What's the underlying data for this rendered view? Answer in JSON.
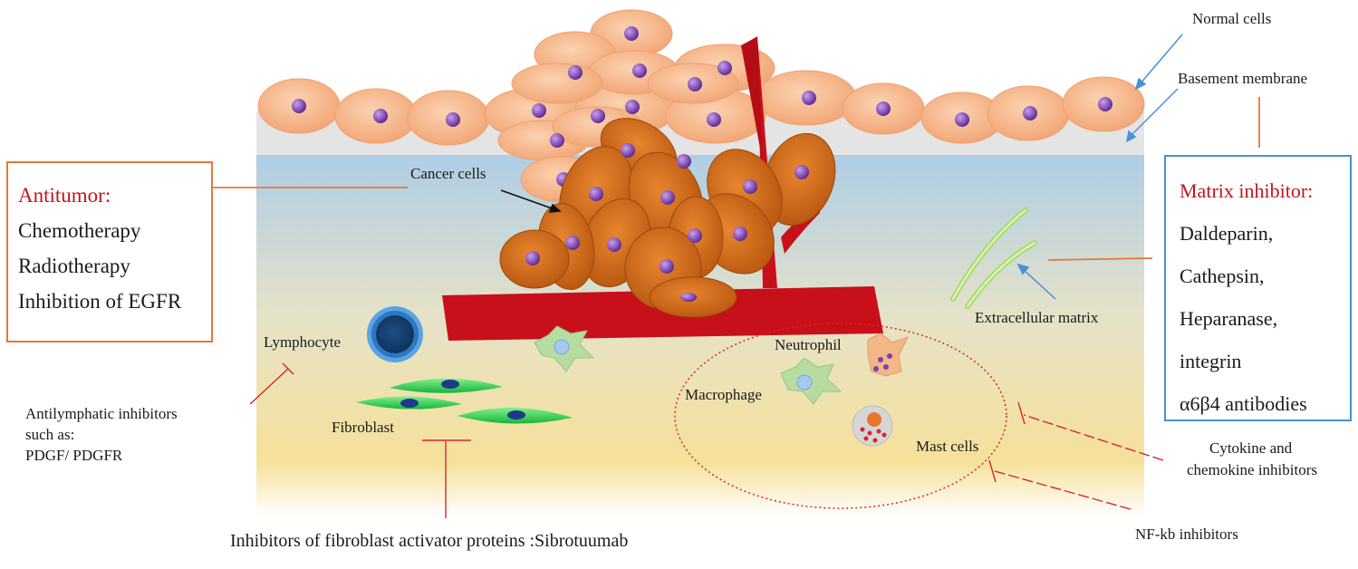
{
  "labels": {
    "normal_cells": "Normal cells",
    "basement_membrane": "Basement membrane",
    "cancer_cells": "Cancer cells",
    "lymphocyte": "Lymphocyte",
    "fibroblast": "Fibroblast",
    "neutrophil": "Neutrophil",
    "macrophage": "Macrophage",
    "mast_cells": "Mast cells",
    "extracellular_matrix": "Extracellular matrix"
  },
  "antitumor_box": {
    "heading": "Antitumor:",
    "items": [
      "Chemotherapy",
      "Radiotherapy",
      "Inhibition of EGFR"
    ]
  },
  "matrix_box": {
    "heading": "Matrix inhibitor:",
    "items": [
      "Daldeparin,",
      "Cathepsin,",
      "Heparanase,",
      "integrin",
      "α6β4 antibodies"
    ]
  },
  "antilymphatic": {
    "line1": "Antilymphatic inhibitors",
    "line2": "such as:",
    "line3": "PDGF/ PDGFR"
  },
  "fibroblast_inhibitors": "Inhibitors of fibroblast activator proteins :Sibrotuumab",
  "cytokine": {
    "line1": "Cytokine and",
    "line2": "chemokine inhibitors"
  },
  "nfkb": "NF-kb inhibitors",
  "colors": {
    "normal_cell": "#f7b98e",
    "cancer_cell": "#cf6a1c",
    "nucleus": "#7a3fb0",
    "vessel": "#c8101a",
    "fibroblast": "#3ad65a",
    "lymphocyte": "#3a78c0",
    "orange_line": "#e8773a",
    "blue_arrow": "#4a90d9",
    "inhibitor_red": "#d9262b",
    "matrix_green": "#a6dd6c"
  }
}
